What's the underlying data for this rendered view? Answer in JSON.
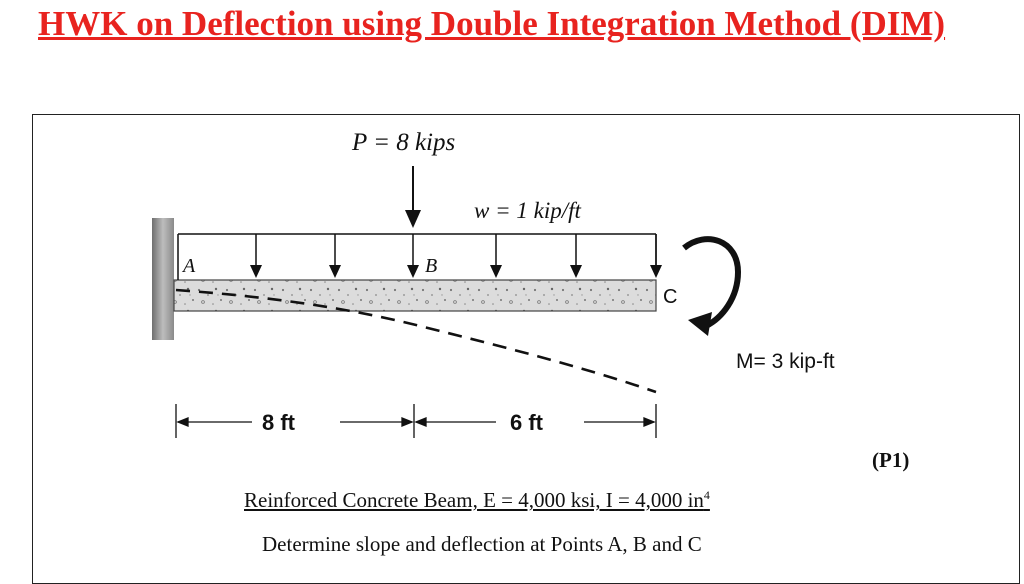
{
  "title": "HWK on Deflection using Double Integration Method (DIM)",
  "diagram": {
    "point_load": "P = 8 kips",
    "distributed_load": "w = 1 kip/ft",
    "moment": "M= 3 kip-ft",
    "point_a": "A",
    "point_b": "B",
    "point_c": "C",
    "span_1": "8 ft",
    "span_2": "6 ft"
  },
  "problem_tag": "(P1)",
  "given_prefix": "Reinforced Concrete Beam, E = 4,000 ksi, I = 4,000 in",
  "given_exponent": "4",
  "task": "Determine slope and deflection at Points A, B and C"
}
